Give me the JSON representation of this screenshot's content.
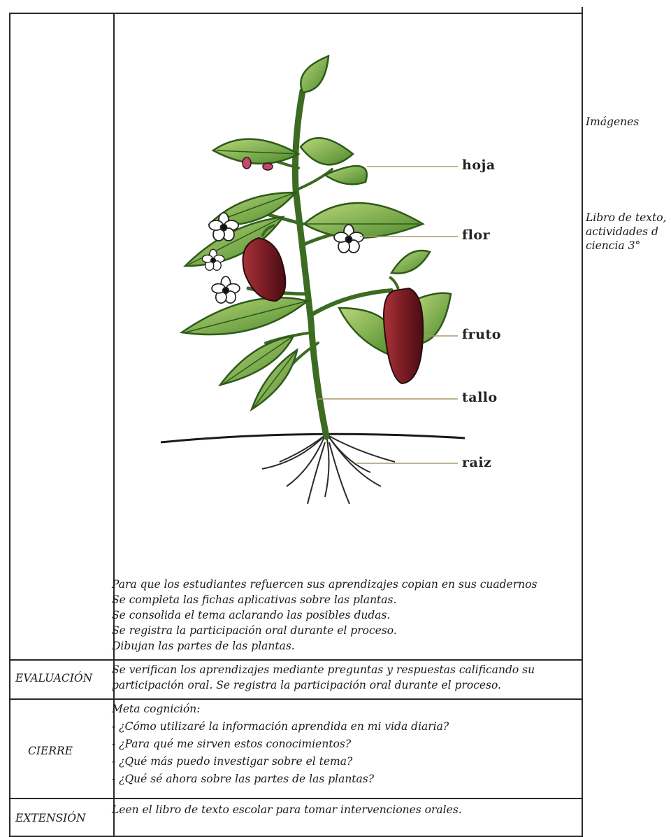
{
  "diagram": {
    "labels": [
      "hoja",
      "flor",
      "fruto",
      "tallo",
      "raiz"
    ]
  },
  "resources": {
    "images": "Imágenes",
    "textbook_lines": [
      "Libro de texto,",
      "actividades  d",
      "ciencia 3°"
    ]
  },
  "development": {
    "lines": [
      "Para que los estudiantes refuercen sus aprendizajes copian en sus cuadernos",
      "Se completa las fichas aplicativas sobre las plantas.",
      "Se consolida el tema aclarando las posibles dudas.",
      "Se registra la participación oral durante el proceso.",
      "Dibujan las partes de las plantas."
    ]
  },
  "rows": [
    {
      "heading": "EVALUACIÓN",
      "lines": [
        "Se verifican los aprendizajes mediante preguntas y respuestas calificando su",
        "participación oral. Se registra la participación oral durante el proceso."
      ]
    },
    {
      "heading": "CIERRE",
      "lines": [
        "Meta cognición:",
        "- ¿Cómo utilizaré la información aprendida en mi vida diaria?",
        "- ¿Para qué me sirven estos conocimientos?",
        "- ¿Qué más puedo investigar sobre el tema?",
        "- ¿Qué sé ahora sobre las partes de las plantas?"
      ]
    },
    {
      "heading": "EXTENSIÓN",
      "lines": [
        "Leen el libro de texto escolar para tomar intervenciones orales."
      ]
    }
  ]
}
